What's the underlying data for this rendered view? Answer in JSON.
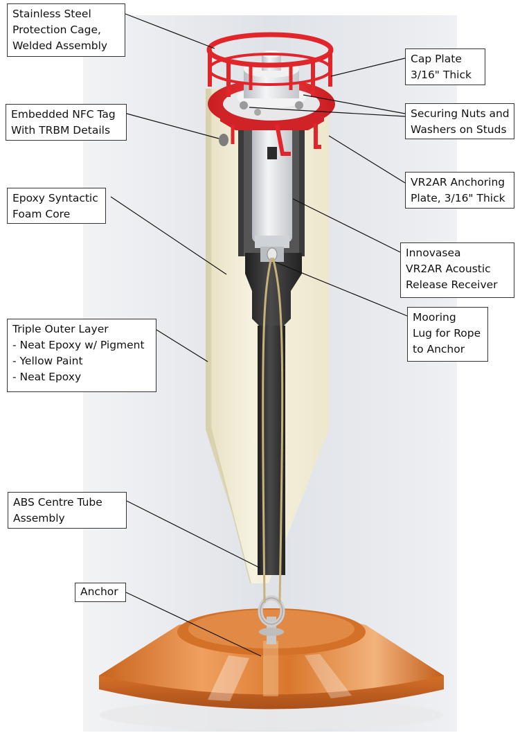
{
  "labels": {
    "cage": [
      "Stainless Steel",
      "Protection Cage,",
      "Welded Assembly"
    ],
    "nfc": [
      "Embedded NFC Tag",
      "With TRBM Details"
    ],
    "foam": [
      "Epoxy Syntactic",
      "Foam Core"
    ],
    "outer": [
      "Triple Outer Layer",
      "- Neat Epoxy w/ Pigment",
      "- Yellow Paint",
      "- Neat Epoxy"
    ],
    "abs": [
      "ABS Centre Tube",
      "Assembly"
    ],
    "anchor": [
      "Anchor"
    ],
    "cap": [
      "Cap Plate",
      "3/16\" Thick"
    ],
    "nuts": [
      "Securing Nuts and",
      "Washers on Studs"
    ],
    "plate": [
      "VR2AR Anchoring",
      "Plate, 3/16\" Thick"
    ],
    "receiver": [
      "Innovasea",
      "VR2AR Acoustic",
      "Release Receiver"
    ],
    "lug": [
      "Mooring",
      "Lug for Rope",
      "to Anchor"
    ]
  },
  "colors": {
    "background_panel": "#e4e7ec",
    "body_cream": "#f3efdc",
    "cage_red": "#e0262a",
    "anchor_orange": "#d9772c",
    "tube_dark": "#2e2e2e",
    "receiver_silver": "#dfe1e4",
    "rope_tan": "#c9b27a",
    "label_border": "#333333"
  }
}
